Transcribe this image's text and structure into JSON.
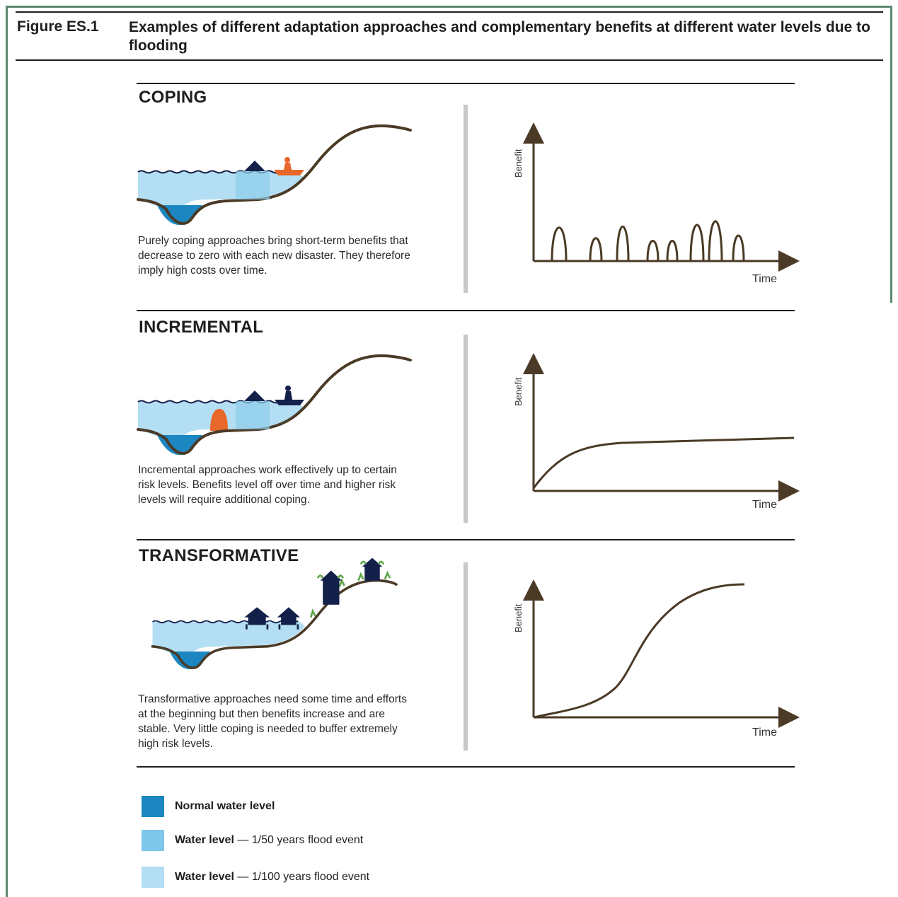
{
  "figure": {
    "label": "Figure ES.1",
    "title": "Examples of different adaptation approaches and complementary benefits at different water levels due to flooding"
  },
  "sections": [
    {
      "title": "COPING",
      "description": "Purely coping approaches bring short-term benefits that decrease to zero with each new disaster. They therefore imply high costs over time.",
      "graph": {
        "ylabel": "Benefit",
        "xlabel": "Time",
        "shape": "repeated short spikes"
      }
    },
    {
      "title": "INCREMENTAL",
      "description": "Incremental approaches work effectively up to certain risk levels. Benefits level off over time and higher risk levels will require additional coping.",
      "graph": {
        "ylabel": "Benefit",
        "xlabel": "Time",
        "shape": "rise then level off"
      }
    },
    {
      "title": "TRANSFORMATIVE",
      "description": "Transformative approaches need some time and efforts at the beginning but then benefits increase and are stable. Very little coping is needed to buffer extremely high risk levels.",
      "graph": {
        "ylabel": "Benefit",
        "xlabel": "Time",
        "shape": "slow start then S-curve rise"
      }
    }
  ],
  "legend": [
    {
      "bold": "Normal water level",
      "rest": "",
      "color": "#1b86c0"
    },
    {
      "bold": "Water level",
      "rest": " — 1/50 years flood event",
      "color": "#7ec6ea"
    },
    {
      "bold": "Water level",
      "rest": " — 1/100 years flood event",
      "color": "#b3def3"
    }
  ],
  "colors": {
    "water_deep": "#1b86c0",
    "water_flood50": "#7ec6ea",
    "water_flood100": "#b3def3",
    "terrain": "#4a3a26",
    "house": "#13204a",
    "boat": "#e8672a",
    "barrier": "#e8672a",
    "vegetation": "#5fa84a",
    "curve": "#4a3a26"
  }
}
